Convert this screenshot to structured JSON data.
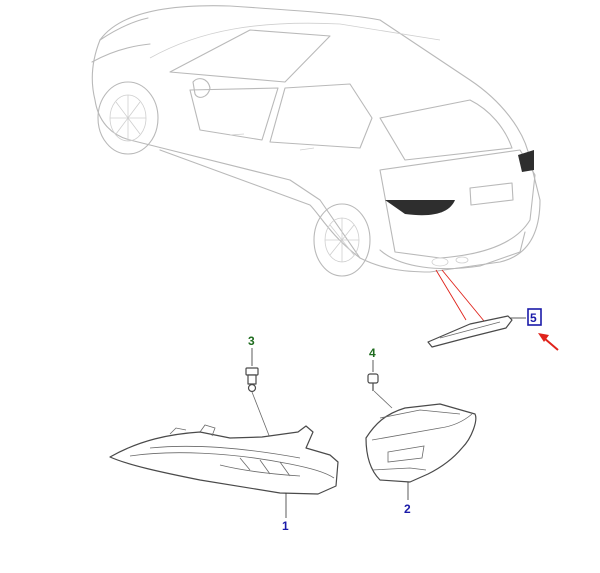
{
  "callouts": [
    {
      "id": "1",
      "color": "#1a1aa8"
    },
    {
      "id": "2",
      "color": "#1a1aa8"
    },
    {
      "id": "3",
      "color": "#1e6b1e"
    },
    {
      "id": "4",
      "color": "#1e6b1e"
    },
    {
      "id": "5",
      "color": "#1a1aa8"
    }
  ],
  "highlight": {
    "callout": "5",
    "box_color": "#1a1aa8",
    "arrow_color": "#e0231b"
  },
  "accent_lines_color": "#e0231b"
}
